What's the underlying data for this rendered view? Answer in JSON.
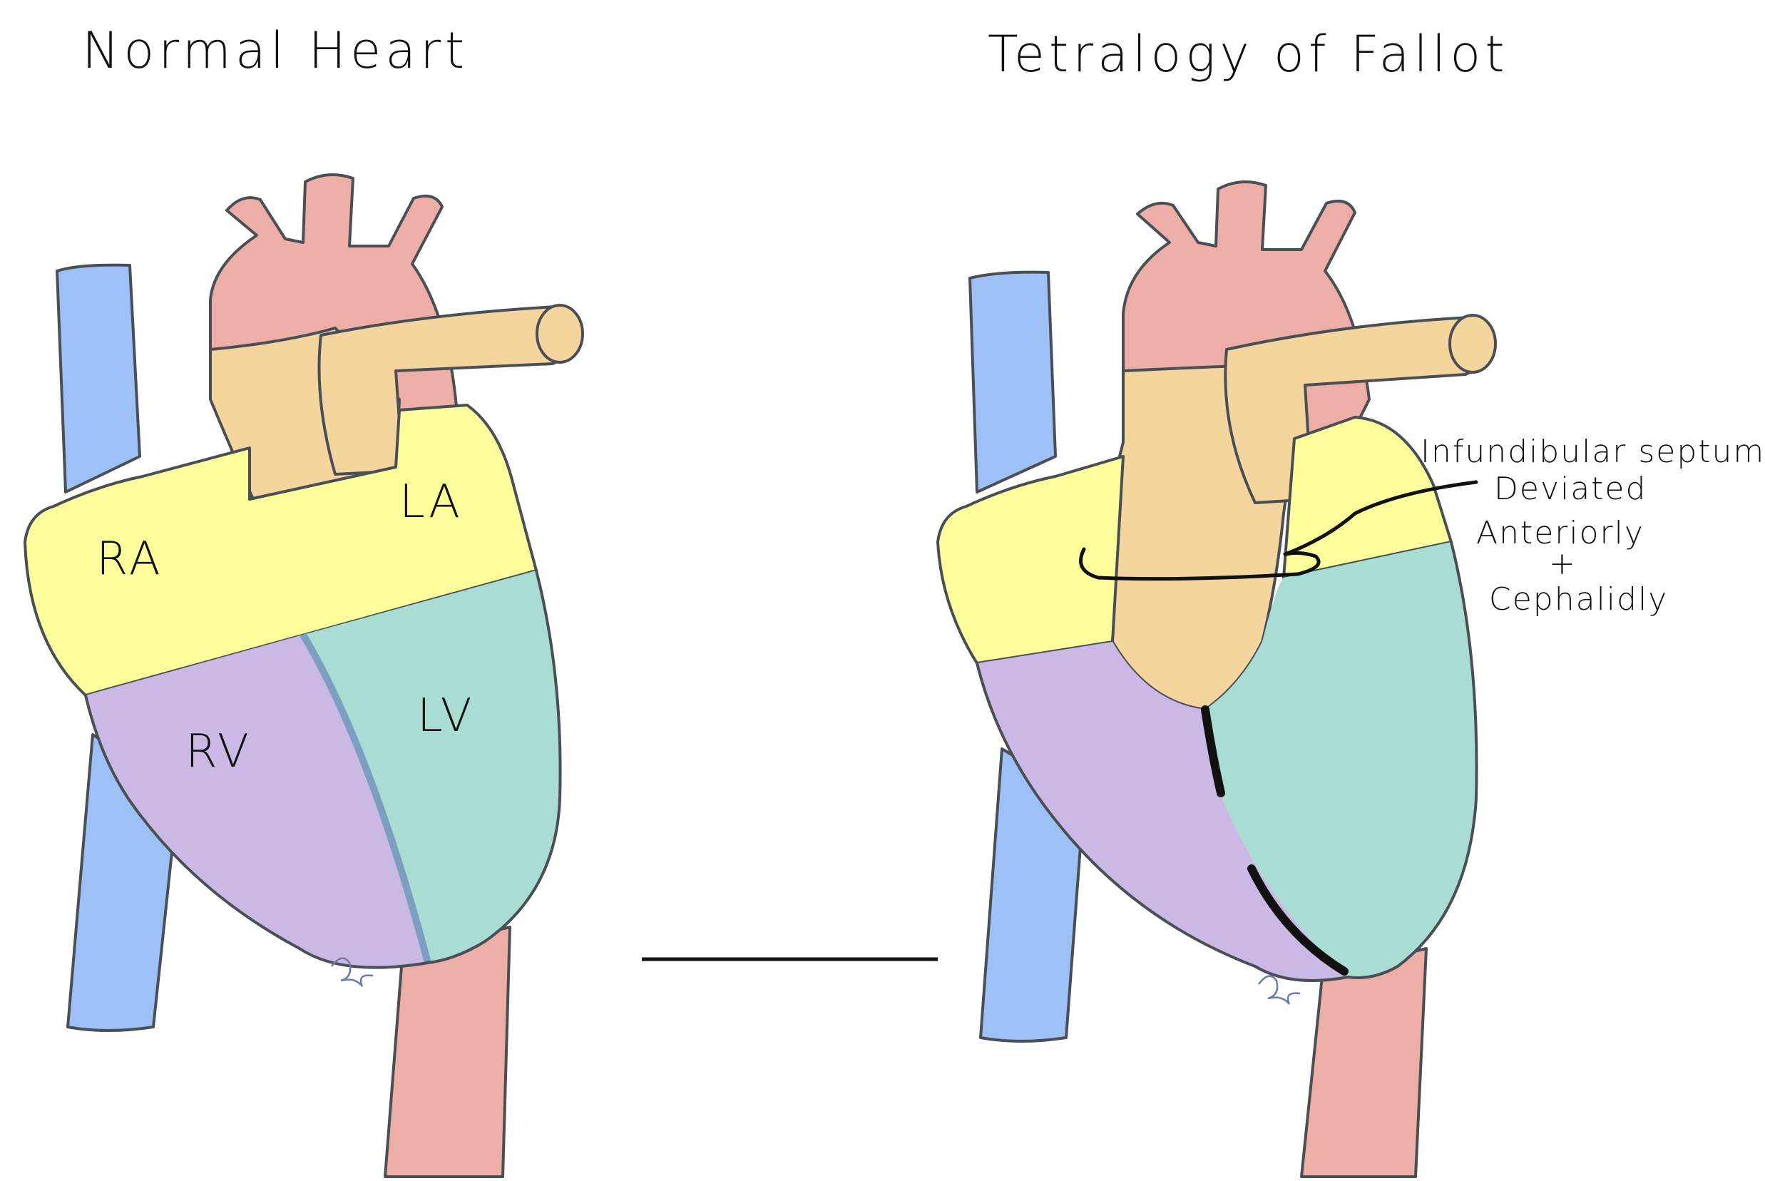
{
  "titles": {
    "left": "Normal Heart",
    "right": "Tetralogy of Fallot"
  },
  "normal_labels": {
    "ra": "RA",
    "la": "LA",
    "rv": "RV",
    "lv": "LV"
  },
  "annotation": {
    "line1": "Infundibular septum",
    "line2": "Deviated",
    "line3": "Anteriorly",
    "line4": "+",
    "line5": "Cephalidly"
  },
  "colors": {
    "aorta": "#ecaea6",
    "pulmonary": "#f4d59e",
    "vena_cava": "#9dc1f7",
    "atria": "#fdfd9b",
    "right_ventricle": "#cbb9e5",
    "left_ventricle": "#a9ddd3",
    "septum_line": "#7c9fbf",
    "ink": "#111111"
  }
}
